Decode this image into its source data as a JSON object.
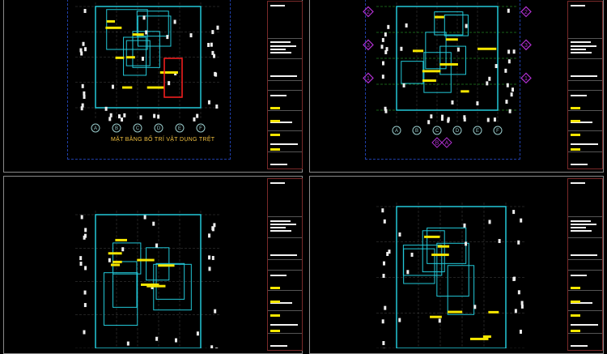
{
  "sheets": [
    {
      "id": "top-left",
      "caption": "MẶT BẰNG BỐ TRÍ VẬT DỤNG TRỆT",
      "grid_labels": [
        "A",
        "B",
        "C",
        "D",
        "E",
        "F"
      ]
    },
    {
      "id": "top-right",
      "caption": "",
      "grid_labels": [
        "A",
        "B",
        "C",
        "D",
        "E",
        "F"
      ],
      "axis_markers": [
        "2",
        "3",
        "1",
        "B",
        "A"
      ]
    },
    {
      "id": "bottom-left",
      "caption": ""
    },
    {
      "id": "bottom-right",
      "caption": ""
    }
  ],
  "colors": {
    "background": "#000000",
    "walls": "#22c8d8",
    "labels": "#f5e600",
    "dimensions": "#ff5050",
    "grid": "#30c030",
    "axis_marker": "#b030d0",
    "furniture": "#ff2020"
  }
}
